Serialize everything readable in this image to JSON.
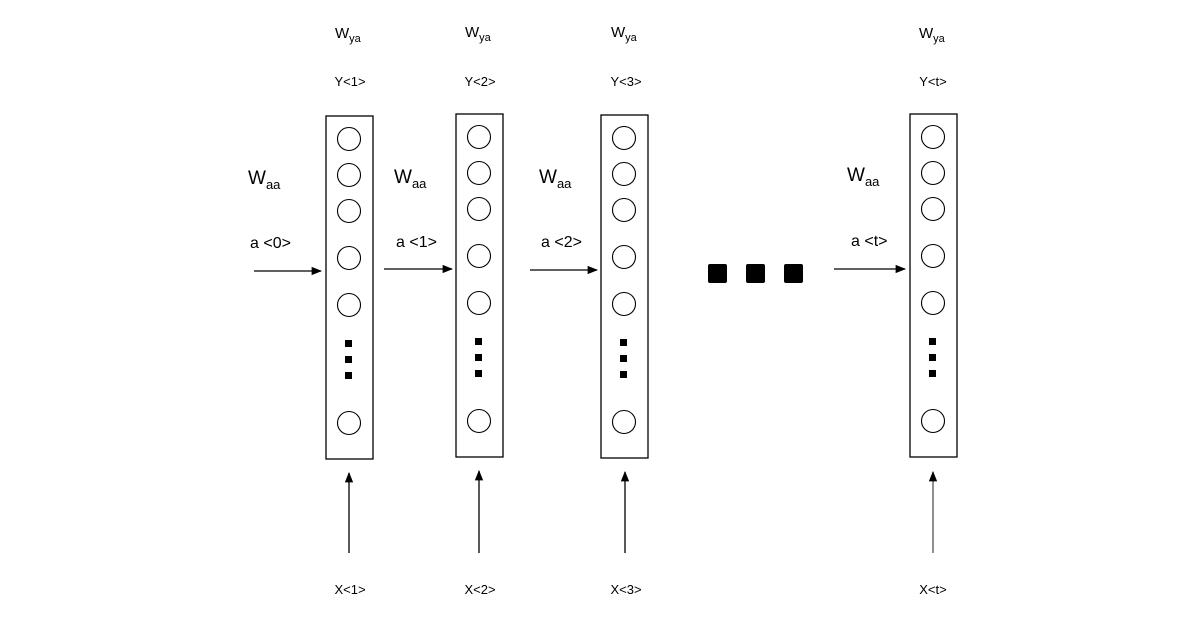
{
  "steps": [
    {
      "wya": {
        "base": "W",
        "sub": "ya"
      },
      "y": "Y<1>",
      "waa": {
        "base": "W",
        "sub": "aa"
      },
      "a": "a <0>",
      "x": "X<1>"
    },
    {
      "wya": {
        "base": "W",
        "sub": "ya"
      },
      "y": "Y<2>",
      "waa": {
        "base": "W",
        "sub": "aa"
      },
      "a": "a <1>",
      "x": "X<2>"
    },
    {
      "wya": {
        "base": "W",
        "sub": "ya"
      },
      "y": "Y<3>",
      "waa": {
        "base": "W",
        "sub": "aa"
      },
      "a": "a <2>",
      "x": "X<3>"
    },
    {
      "wya": {
        "base": "W",
        "sub": "ya"
      },
      "y": "Y<t>",
      "waa": {
        "base": "W",
        "sub": "aa"
      },
      "a": "a <t>",
      "x": "X<t>"
    }
  ]
}
